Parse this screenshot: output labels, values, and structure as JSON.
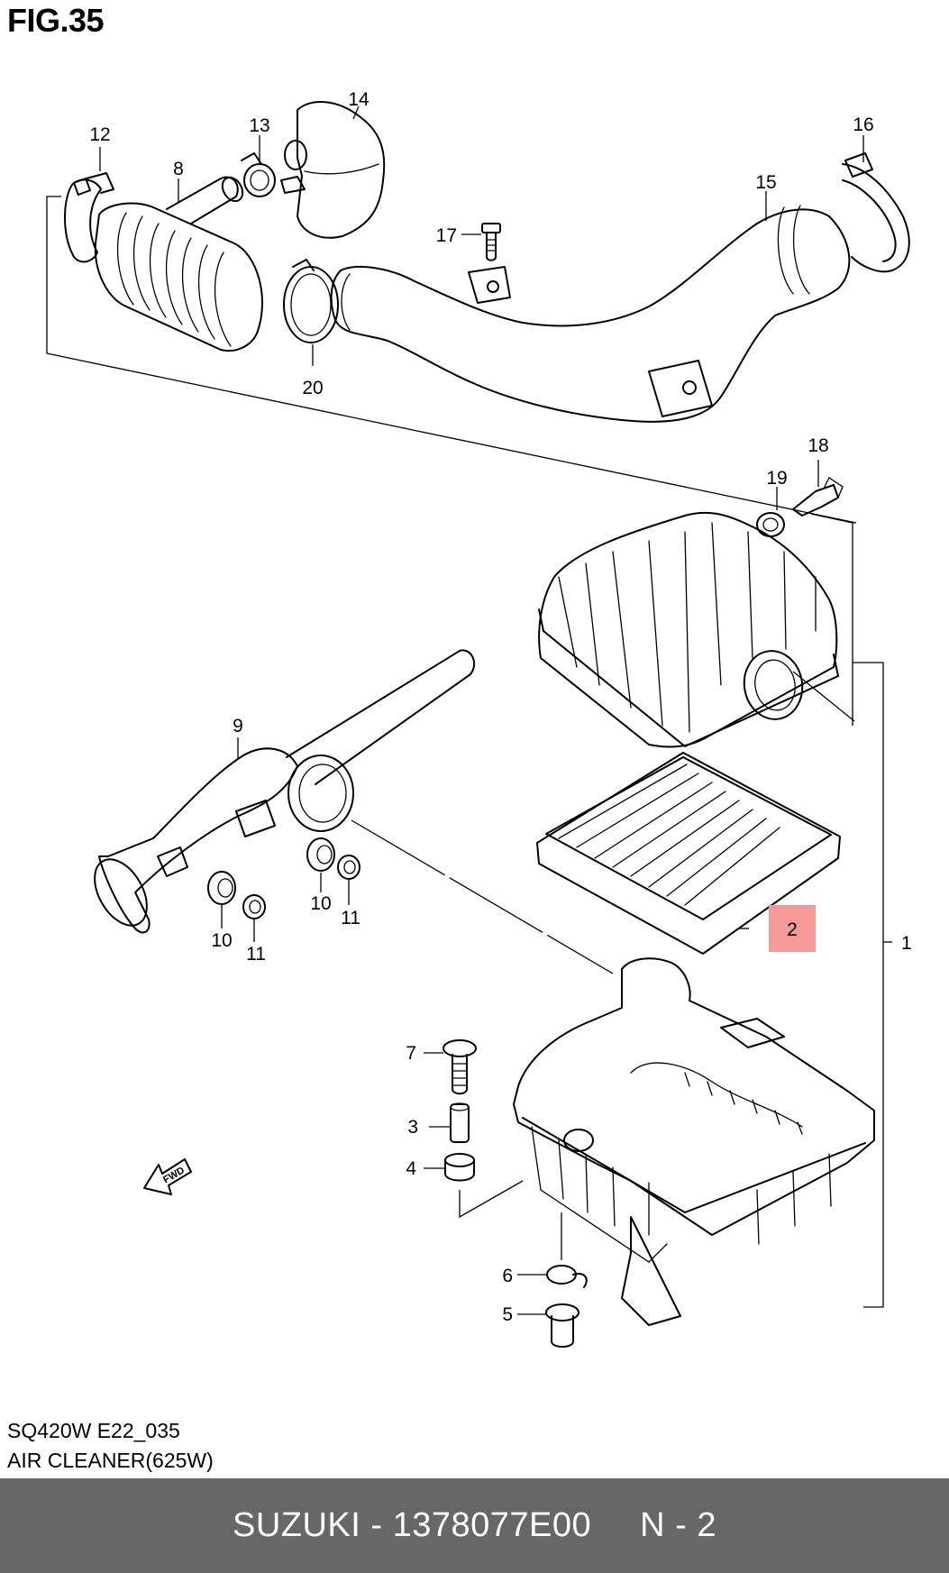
{
  "figure": {
    "title": "FIG.35",
    "code": "SQ420W E22_035",
    "name": "AIR CLEANER(625W)"
  },
  "callouts": [
    {
      "id": "1",
      "label": "1"
    },
    {
      "id": "2",
      "label": "2",
      "highlighted": true
    },
    {
      "id": "3",
      "label": "3"
    },
    {
      "id": "4",
      "label": "4"
    },
    {
      "id": "5",
      "label": "5"
    },
    {
      "id": "6",
      "label": "6"
    },
    {
      "id": "7",
      "label": "7"
    },
    {
      "id": "8",
      "label": "8"
    },
    {
      "id": "9",
      "label": "9"
    },
    {
      "id": "10a",
      "label": "10"
    },
    {
      "id": "10b",
      "label": "10"
    },
    {
      "id": "11a",
      "label": "11"
    },
    {
      "id": "11b",
      "label": "11"
    },
    {
      "id": "12",
      "label": "12"
    },
    {
      "id": "13",
      "label": "13"
    },
    {
      "id": "14",
      "label": "14"
    },
    {
      "id": "15",
      "label": "15"
    },
    {
      "id": "16",
      "label": "16"
    },
    {
      "id": "17",
      "label": "17"
    },
    {
      "id": "18",
      "label": "18"
    },
    {
      "id": "19",
      "label": "19"
    },
    {
      "id": "20",
      "label": "20"
    }
  ],
  "fwd_arrow": {
    "label": "FWD",
    "icon": "fwd-arrow-icon"
  },
  "footer_bar": {
    "brand_part": "SUZUKI - 1378077E00",
    "position": "N - 2",
    "background": "#676767",
    "text_color": "#ffffff"
  },
  "highlight_color": "#f59a9a"
}
